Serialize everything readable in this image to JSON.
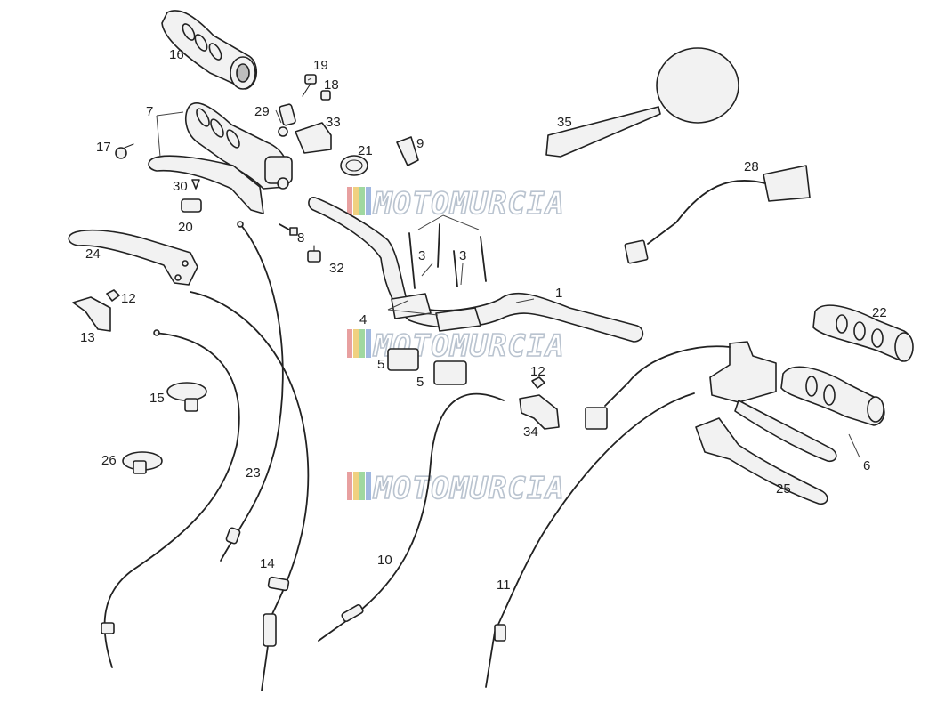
{
  "watermark": {
    "text": "MOTOMURCIA",
    "stripe_colors": [
      "#e8a0a0",
      "#f0d080",
      "#a0d8a0",
      "#a0b8e0"
    ]
  },
  "callouts": {
    "c1": "1",
    "c3a": "3",
    "c3b": "3",
    "c4": "4",
    "c5a": "5",
    "c5b": "5",
    "c6": "6",
    "c7": "7",
    "c8": "8",
    "c9": "9",
    "c10": "10",
    "c11": "11",
    "c12a": "12",
    "c12b": "12",
    "c13": "13",
    "c14": "14",
    "c15": "15",
    "c16": "16",
    "c17": "17",
    "c18": "18",
    "c19": "19",
    "c20": "20",
    "c21": "21",
    "c22": "22",
    "c23": "23",
    "c24": "24",
    "c25": "25",
    "c26": "26",
    "c28": "28",
    "c29": "29",
    "c30": "30",
    "c32": "32",
    "c33": "33",
    "c34": "34",
    "c35": "35"
  }
}
